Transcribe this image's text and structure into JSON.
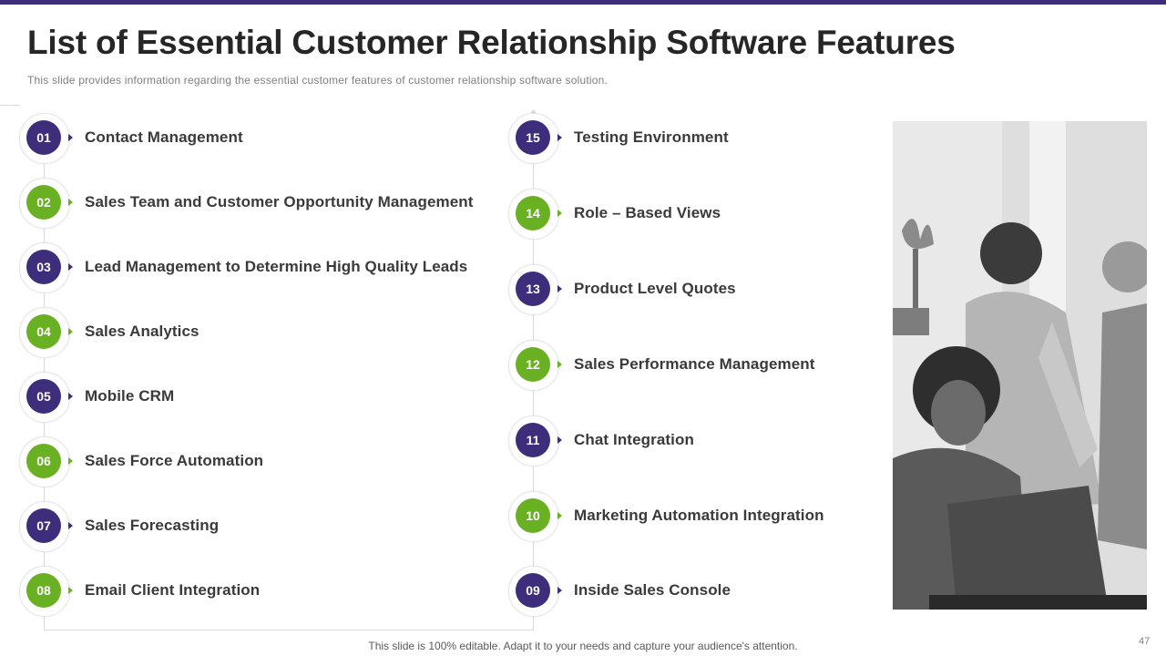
{
  "title": "List of Essential Customer Relationship Software Features",
  "subtitle": "This slide provides  information  regarding  the essential customer features of customer relationship software solution.",
  "footer_note": "This slide is 100% editable. Adapt it to your needs and capture your audience's attention.",
  "page_number": "47",
  "colors": {
    "primary": "#3d2d7a",
    "accent": "#6ab023"
  },
  "left_items": [
    {
      "number": "01",
      "label": "Contact Management"
    },
    {
      "number": "02",
      "label": "Sales Team and Customer Opportunity Management"
    },
    {
      "number": "03",
      "label": "Lead Management to Determine High Quality Leads"
    },
    {
      "number": "04",
      "label": "Sales Analytics"
    },
    {
      "number": "05",
      "label": "Mobile CRM"
    },
    {
      "number": "06",
      "label": "Sales Force Automation"
    },
    {
      "number": "07",
      "label": "Sales Forecasting"
    },
    {
      "number": "08",
      "label": "Email Client Integration"
    }
  ],
  "right_items": [
    {
      "number": "15",
      "label": "Testing Environment"
    },
    {
      "number": "14",
      "label": "Role – Based Views"
    },
    {
      "number": "13",
      "label": "Product Level Quotes"
    },
    {
      "number": "12",
      "label": "Sales Performance Management"
    },
    {
      "number": "11",
      "label": "Chat Integration"
    },
    {
      "number": "10",
      "label": "Marketing Automation Integration"
    },
    {
      "number": "09",
      "label": "Inside Sales Console"
    }
  ]
}
